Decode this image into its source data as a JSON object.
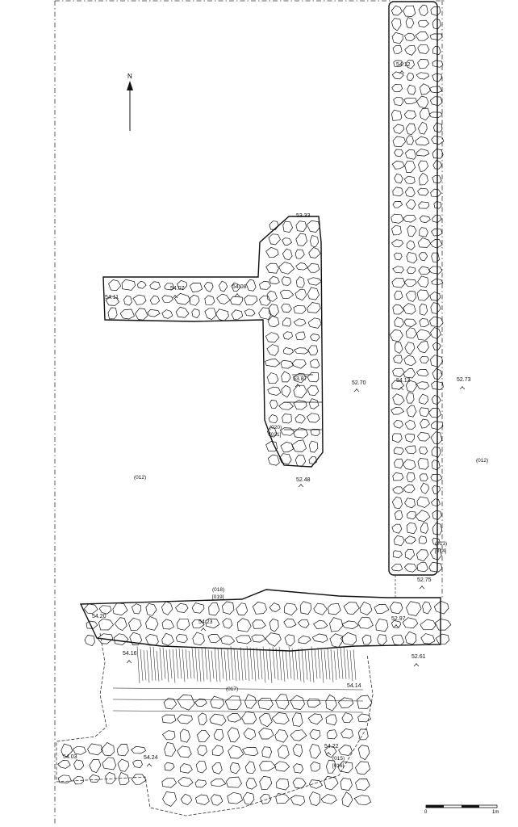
{
  "north": {
    "letter": "N"
  },
  "scale": {
    "start": "0",
    "end": "1m"
  },
  "levels": [
    {
      "id": "lv-5412",
      "text": "54.12"
    },
    {
      "id": "lv-5333",
      "text": "53.33"
    },
    {
      "id": "lv-5407",
      "text": "54.07"
    },
    {
      "id": "lv-5408",
      "text": "54.08"
    },
    {
      "id": "lv-5411",
      "text": "54.11"
    },
    {
      "id": "lv-5387",
      "text": "53.87"
    },
    {
      "id": "lv-5270",
      "text": "52.70"
    },
    {
      "id": "lv-5413",
      "text": "54.13"
    },
    {
      "id": "lv-5273",
      "text": "52.73"
    },
    {
      "id": "lv-5248",
      "text": "52.48"
    },
    {
      "id": "lv-5275",
      "text": "52.75"
    },
    {
      "id": "lv-5297",
      "text": "52.97"
    },
    {
      "id": "lv-5261",
      "text": "52.61"
    },
    {
      "id": "lv-5420",
      "text": "54.20"
    },
    {
      "id": "lv-5423",
      "text": "54.23"
    },
    {
      "id": "lv-5416",
      "text": "54.16"
    },
    {
      "id": "lv-5414",
      "text": "54.14"
    },
    {
      "id": "lv-5424",
      "text": "54.24"
    },
    {
      "id": "lv-5422",
      "text": "54.22"
    },
    {
      "id": "lv-5403",
      "text": "54.03"
    }
  ],
  "contexts": [
    {
      "id": "ctx-020",
      "text": "(020)"
    },
    {
      "id": "ctx-021",
      "text": "[021]"
    },
    {
      "id": "ctx-012a",
      "text": "(012)"
    },
    {
      "id": "ctx-012b",
      "text": "(012)"
    },
    {
      "id": "ctx-013",
      "text": "(013)"
    },
    {
      "id": "ctx-014",
      "text": "[014]"
    },
    {
      "id": "ctx-018",
      "text": "(018)"
    },
    {
      "id": "ctx-019",
      "text": "[019]"
    },
    {
      "id": "ctx-017",
      "text": "(017)"
    },
    {
      "id": "ctx-015",
      "text": "(015)"
    },
    {
      "id": "ctx-016",
      "text": "[016]"
    }
  ]
}
